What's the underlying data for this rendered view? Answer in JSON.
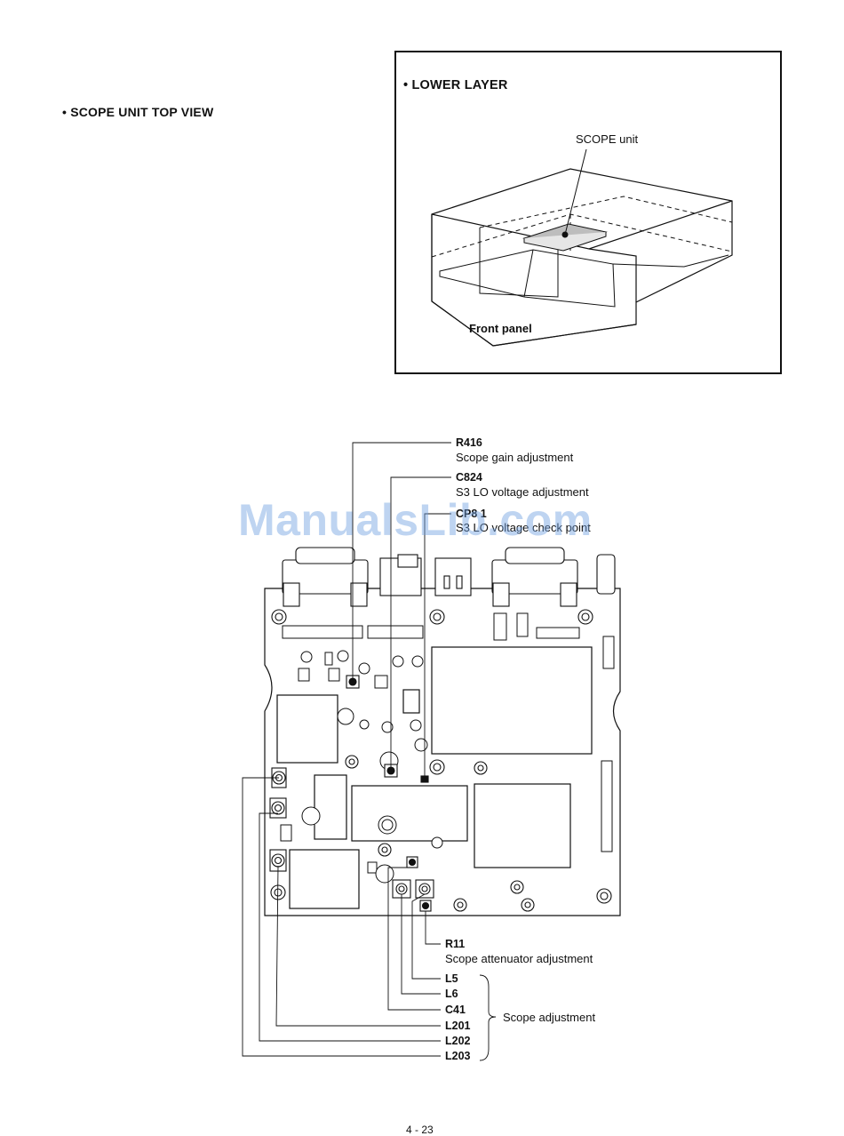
{
  "section_heading": "• SCOPE UNIT TOP VIEW",
  "lower_layer": {
    "heading": "• LOWER LAYER",
    "scope_unit_label": "SCOPE unit",
    "front_panel_label": "Front panel"
  },
  "callouts": {
    "r416": {
      "ref": "R416",
      "desc": "Scope gain adjustment"
    },
    "c824": {
      "ref": "C824",
      "desc": "S3 LO voltage adjustment"
    },
    "cp8": {
      "ref": "CP8 1",
      "desc": "S3 LO voltage check point"
    },
    "r11": {
      "ref": "R11",
      "desc": "Scope attenuator adjustment"
    },
    "scope_group": {
      "refs": [
        "L5",
        "L6",
        "C41",
        "L201",
        "L202",
        "L203"
      ],
      "desc": "Scope adjustment"
    }
  },
  "watermark": "ManualsLib.com",
  "page_number": "4 - 23",
  "colors": {
    "ink": "#111111",
    "chip_fill": "#bdbdbd",
    "watermark": "#6ea0e1"
  }
}
